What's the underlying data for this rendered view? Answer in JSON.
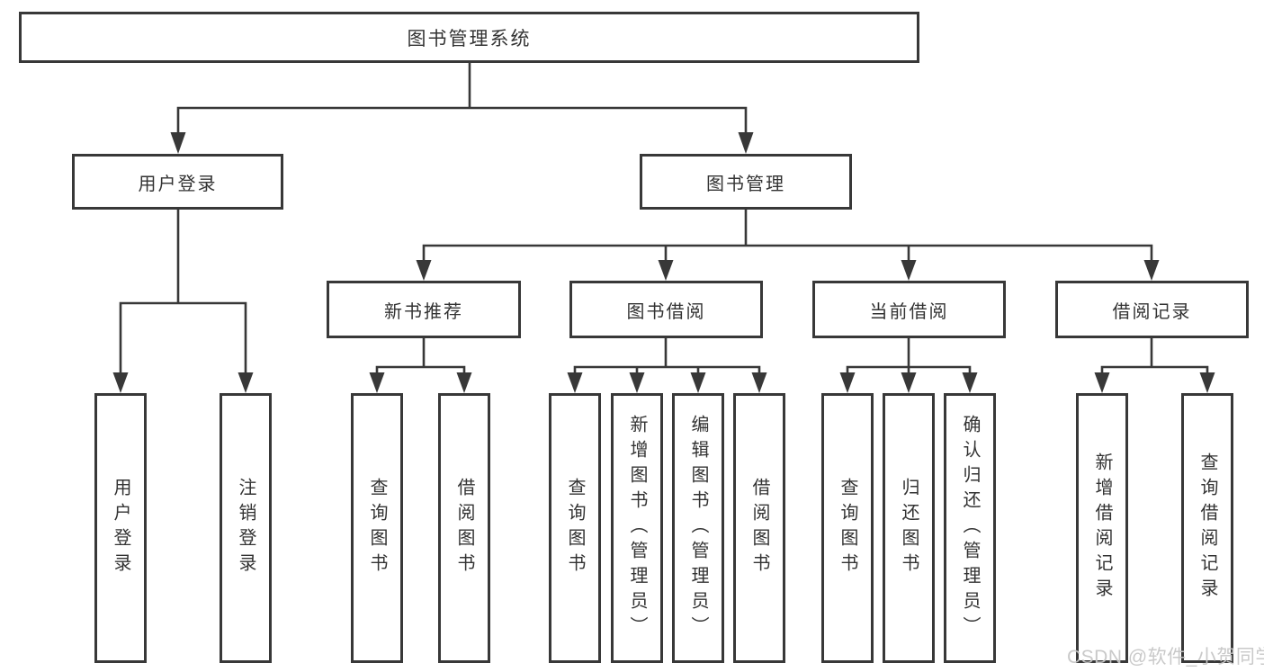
{
  "diagram": {
    "root": {
      "label": "图书管理系统"
    },
    "level2": [
      {
        "label": "用户登录",
        "children": [
          "用户登录",
          "注销登录"
        ]
      },
      {
        "label": "图书管理",
        "children": [
          {
            "label": "新书推荐",
            "children": [
              "查询图书",
              "借阅图书"
            ]
          },
          {
            "label": "图书借阅",
            "children": [
              "查询图书",
              "新增图书（管理员）",
              "编辑图书（管理员）",
              "借阅图书"
            ]
          },
          {
            "label": "当前借阅",
            "children": [
              "查询图书",
              "归还图书",
              "确认归还（管理员）"
            ]
          },
          {
            "label": "借阅记录",
            "children": [
              "新增借阅记录",
              "查询借阅记录"
            ]
          }
        ]
      }
    ]
  },
  "watermark": {
    "text": "CSDN @软件_小贺同学"
  },
  "colors": {
    "line": "#383838",
    "text": "#333333",
    "box_background": "#ffffff",
    "page_background": "#ffffff",
    "watermark": "#c6c6c6"
  }
}
